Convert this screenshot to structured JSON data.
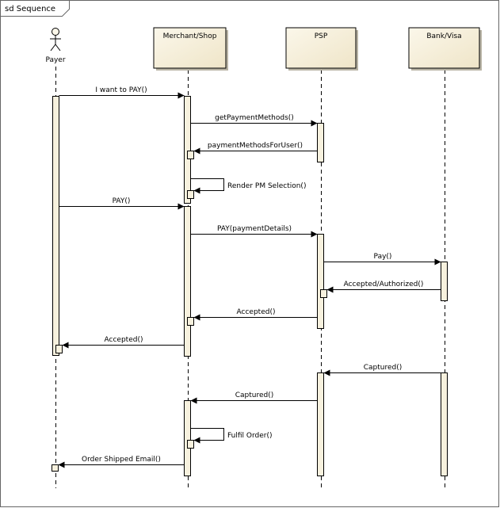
{
  "frame": {
    "title": "sd Sequence"
  },
  "participants": [
    {
      "id": "payer",
      "label": "Payer",
      "kind": "actor"
    },
    {
      "id": "merchant",
      "label": "Merchant/Shop",
      "kind": "box"
    },
    {
      "id": "psp",
      "label": "PSP",
      "kind": "box"
    },
    {
      "id": "bank",
      "label": "Bank/Visa",
      "kind": "box"
    }
  ],
  "messages": [
    {
      "id": "m1",
      "label": "I want to PAY()",
      "from": "payer",
      "to": "merchant"
    },
    {
      "id": "m2",
      "label": "getPaymentMethods()",
      "from": "merchant",
      "to": "psp"
    },
    {
      "id": "m3",
      "label": "paymentMethodsForUser()",
      "from": "psp",
      "to": "merchant"
    },
    {
      "id": "m4",
      "label": "Render PM Selection()",
      "from": "merchant",
      "to": "merchant"
    },
    {
      "id": "m5",
      "label": "PAY()",
      "from": "payer",
      "to": "merchant"
    },
    {
      "id": "m6",
      "label": "PAY(paymentDetails)",
      "from": "merchant",
      "to": "psp"
    },
    {
      "id": "m7",
      "label": "Pay()",
      "from": "psp",
      "to": "bank"
    },
    {
      "id": "m8",
      "label": "Accepted/Authorized()",
      "from": "bank",
      "to": "psp"
    },
    {
      "id": "m9",
      "label": "Accepted()",
      "from": "psp",
      "to": "merchant"
    },
    {
      "id": "m10",
      "label": "Accepted()",
      "from": "merchant",
      "to": "payer"
    },
    {
      "id": "m11",
      "label": "Captured()",
      "from": "bank",
      "to": "psp"
    },
    {
      "id": "m12",
      "label": "Captured()",
      "from": "psp",
      "to": "merchant"
    },
    {
      "id": "m13",
      "label": "Fulfil Order()",
      "from": "merchant",
      "to": "merchant"
    },
    {
      "id": "m14",
      "label": "Order Shipped Email()",
      "from": "merchant",
      "to": "payer"
    }
  ],
  "colors": {
    "box_fill": "#f5eed8",
    "line": "#000000",
    "frame": "#666666"
  }
}
